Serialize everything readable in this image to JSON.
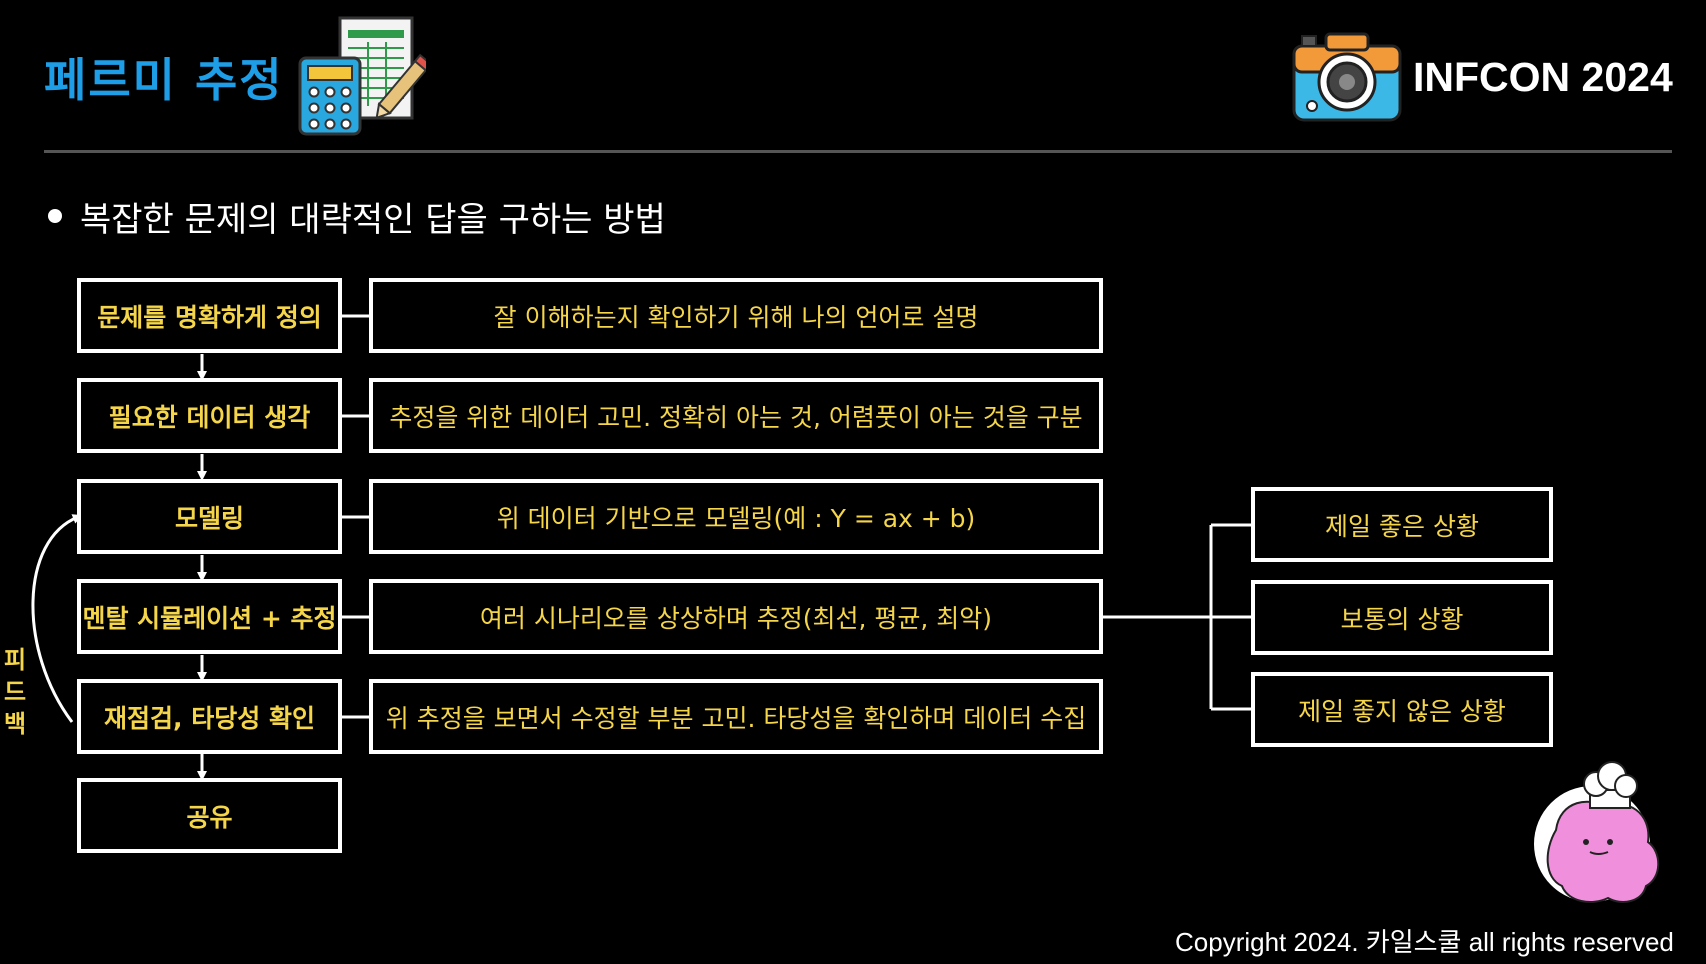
{
  "header": {
    "title": "페르미 추정",
    "brand": "INFCON 2024",
    "calculator_icon": "calculator-spreadsheet-icon",
    "camera_icon": "camera-icon"
  },
  "bullet": "복잡한 문제의 대략적인 답을 구하는 방법",
  "steps": [
    {
      "label": "문제를 명확하게 정의",
      "desc": "잘 이해하는지 확인하기 위해 나의 언어로 설명"
    },
    {
      "label": "필요한 데이터 생각",
      "desc": "추정을 위한 데이터 고민. 정확히 아는 것, 어렴풋이 아는 것을 구분"
    },
    {
      "label": "모델링",
      "desc": "위 데이터 기반으로 모델링(예 : Y = ax + b)"
    },
    {
      "label": "멘탈 시뮬레이션 + 추정",
      "desc": "여러 시나리오를 상상하며 추정(최선, 평균, 최악)"
    },
    {
      "label": "재점검, 타당성 확인",
      "desc": "위 추정을 보면서 수정할 부분 고민. 타당성을 확인하며 데이터 수집"
    },
    {
      "label": "공유"
    }
  ],
  "feedback": [
    "피",
    "드",
    "백"
  ],
  "scenarios": [
    "제일 좋은 상황",
    "보통의 상황",
    "제일 좋지 않은 상황"
  ],
  "mascot_icon": "chef-ditto-mascot-icon",
  "copyright": "Copyright 2024. 카일스쿨 all rights reserved",
  "colors": {
    "title": "#1f9ee8",
    "label": "#f5d54a",
    "background": "#000000",
    "border": "#ffffff"
  }
}
